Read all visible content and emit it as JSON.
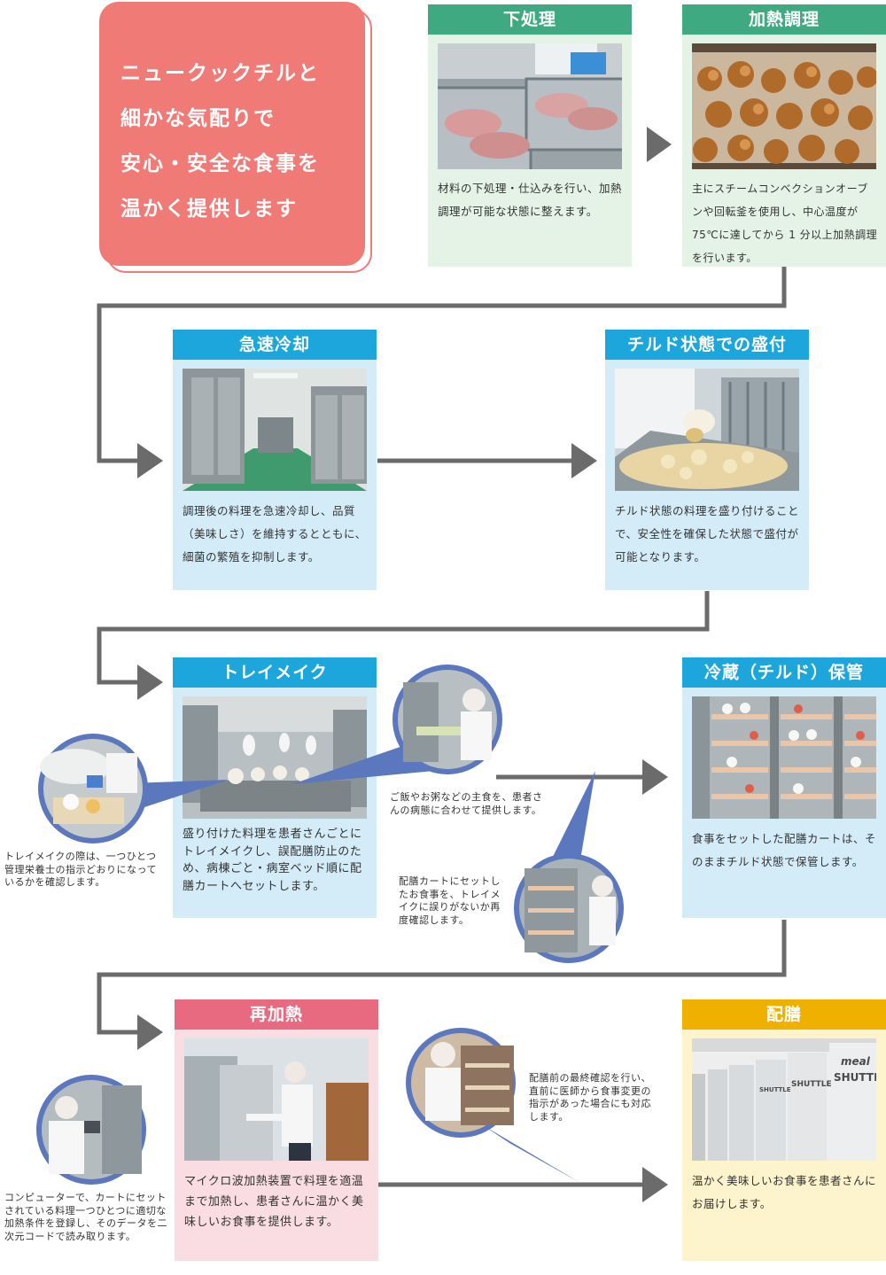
{
  "hero": {
    "lines": [
      "ニュークックチルと",
      "細かな気配りで",
      "安心・安全な食事を",
      "温かく提供します"
    ]
  },
  "steps": {
    "prep": {
      "title": "下処理",
      "description": "材料の下処理・仕込みを行い、加熱調理が可能な状態に整えます。",
      "color": "#3fa982",
      "photo_icon": "raw-chicken-trays-photo"
    },
    "cooking": {
      "title": "加熱調理",
      "description": "主にスチームコンベクションオーブンや回転釜を使用し、中心温度が 75℃に達してから 1 分以上加熱調理を行います。",
      "color": "#3fa982",
      "photo_icon": "roasted-chicken-photo"
    },
    "chilling": {
      "title": "急速冷却",
      "description": "調理後の料理を急速冷却し、品質（美味しさ）を維持するとともに、細菌の繁殖を抑制します。",
      "color": "#1ca6dc",
      "photo_icon": "blast-chiller-room-photo"
    },
    "plating": {
      "title": "チルド状態での盛付",
      "description": "チルド状態の料理を盛り付けることで、安全性を確保した状態で盛付が可能となります。",
      "color": "#1ca6dc",
      "photo_icon": "plating-photo"
    },
    "tray": {
      "title": "トレイメイク",
      "description": "盛り付けた料理を患者さんごとにトレイメイクし、誤配膳防止のため、病棟ごと・病室ベッド順に配膳カートへセットします。",
      "color": "#1ca6dc",
      "photo_icon": "tray-line-photo"
    },
    "storage": {
      "title": "冷蔵（チルド）保管",
      "description": "食事をセットした配膳カートは、そのままチルド状態で保管します。",
      "color": "#1ca6dc",
      "photo_icon": "cart-rack-photo"
    },
    "reheat": {
      "title": "再加熱",
      "description": "マイクロ波加熱装置で料理を適温まで加熱し、患者さんに温かく美味しいお食事を提供します。",
      "color": "#e86a81",
      "photo_icon": "reheating-cabinet-photo"
    },
    "delivery": {
      "title": "配膳",
      "description": "温かく美味しいお食事を患者さんにお届けします。",
      "color": "#f0b000",
      "photo_icon": "meal-shuttle-photo"
    }
  },
  "shuttle_labels": {
    "small": "meal",
    "big": "SHUTTLE"
  },
  "notes": {
    "tray_check": "トレイメイクの際は、一つひとつ管理栄養士の指示どおりになっているかを確認します。",
    "staple_food": "ご飯やお粥などの主食を、患者さんの病態に合わせて提供します。",
    "cart_recheck": "配膳カートにセットしたお食事を、トレイメイクに誤りがないか再度確認します。",
    "final_check": "配膳前の最終確認を行い、直前に医師から食事変更の指示があった場合にも対応します。",
    "computer_register": "コンピューターで、カートにセットされている料理一つひとつに適切な加熱条件を登録し、そのデータを二次元コードで読み取ります。"
  }
}
